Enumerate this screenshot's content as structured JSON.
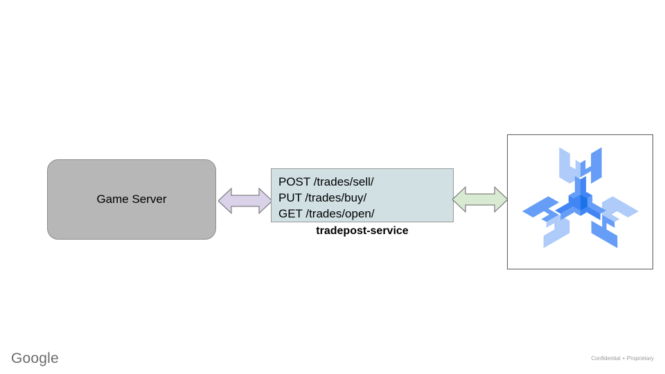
{
  "slide": {
    "background_color": "#ffffff"
  },
  "nodes": {
    "game_server": {
      "label": "Game Server",
      "fill_color": "#b7b7b7",
      "border_color": "#8d8d8d"
    },
    "service": {
      "endpoints": [
        "POST /trades/sell/",
        "PUT /trades/buy/",
        "GET /trades/open/"
      ],
      "caption": "tradepost-service",
      "fill_color": "#d0e0e3",
      "border_color": "#999999"
    },
    "logo": {
      "name": "agones-logo",
      "frame_border_color": "#595959",
      "color_light": "#aecbfa",
      "color_medium": "#669df6",
      "color_dark": "#1a73e8",
      "color_mid_dark": "#4285f4"
    }
  },
  "connectors": [
    {
      "name": "game-server-to-service",
      "style": "double-headed-arrow",
      "fill_color": "#d9d2e9",
      "border_color": "#666666"
    },
    {
      "name": "service-to-agones",
      "style": "double-headed-arrow",
      "fill_color": "#d9ead3",
      "border_color": "#666666"
    }
  ],
  "footer": {
    "brand": "Google",
    "confidentiality": "Confidential + Proprietary",
    "brand_color": "#6b6b6b",
    "note_color": "#9a9a9a"
  }
}
